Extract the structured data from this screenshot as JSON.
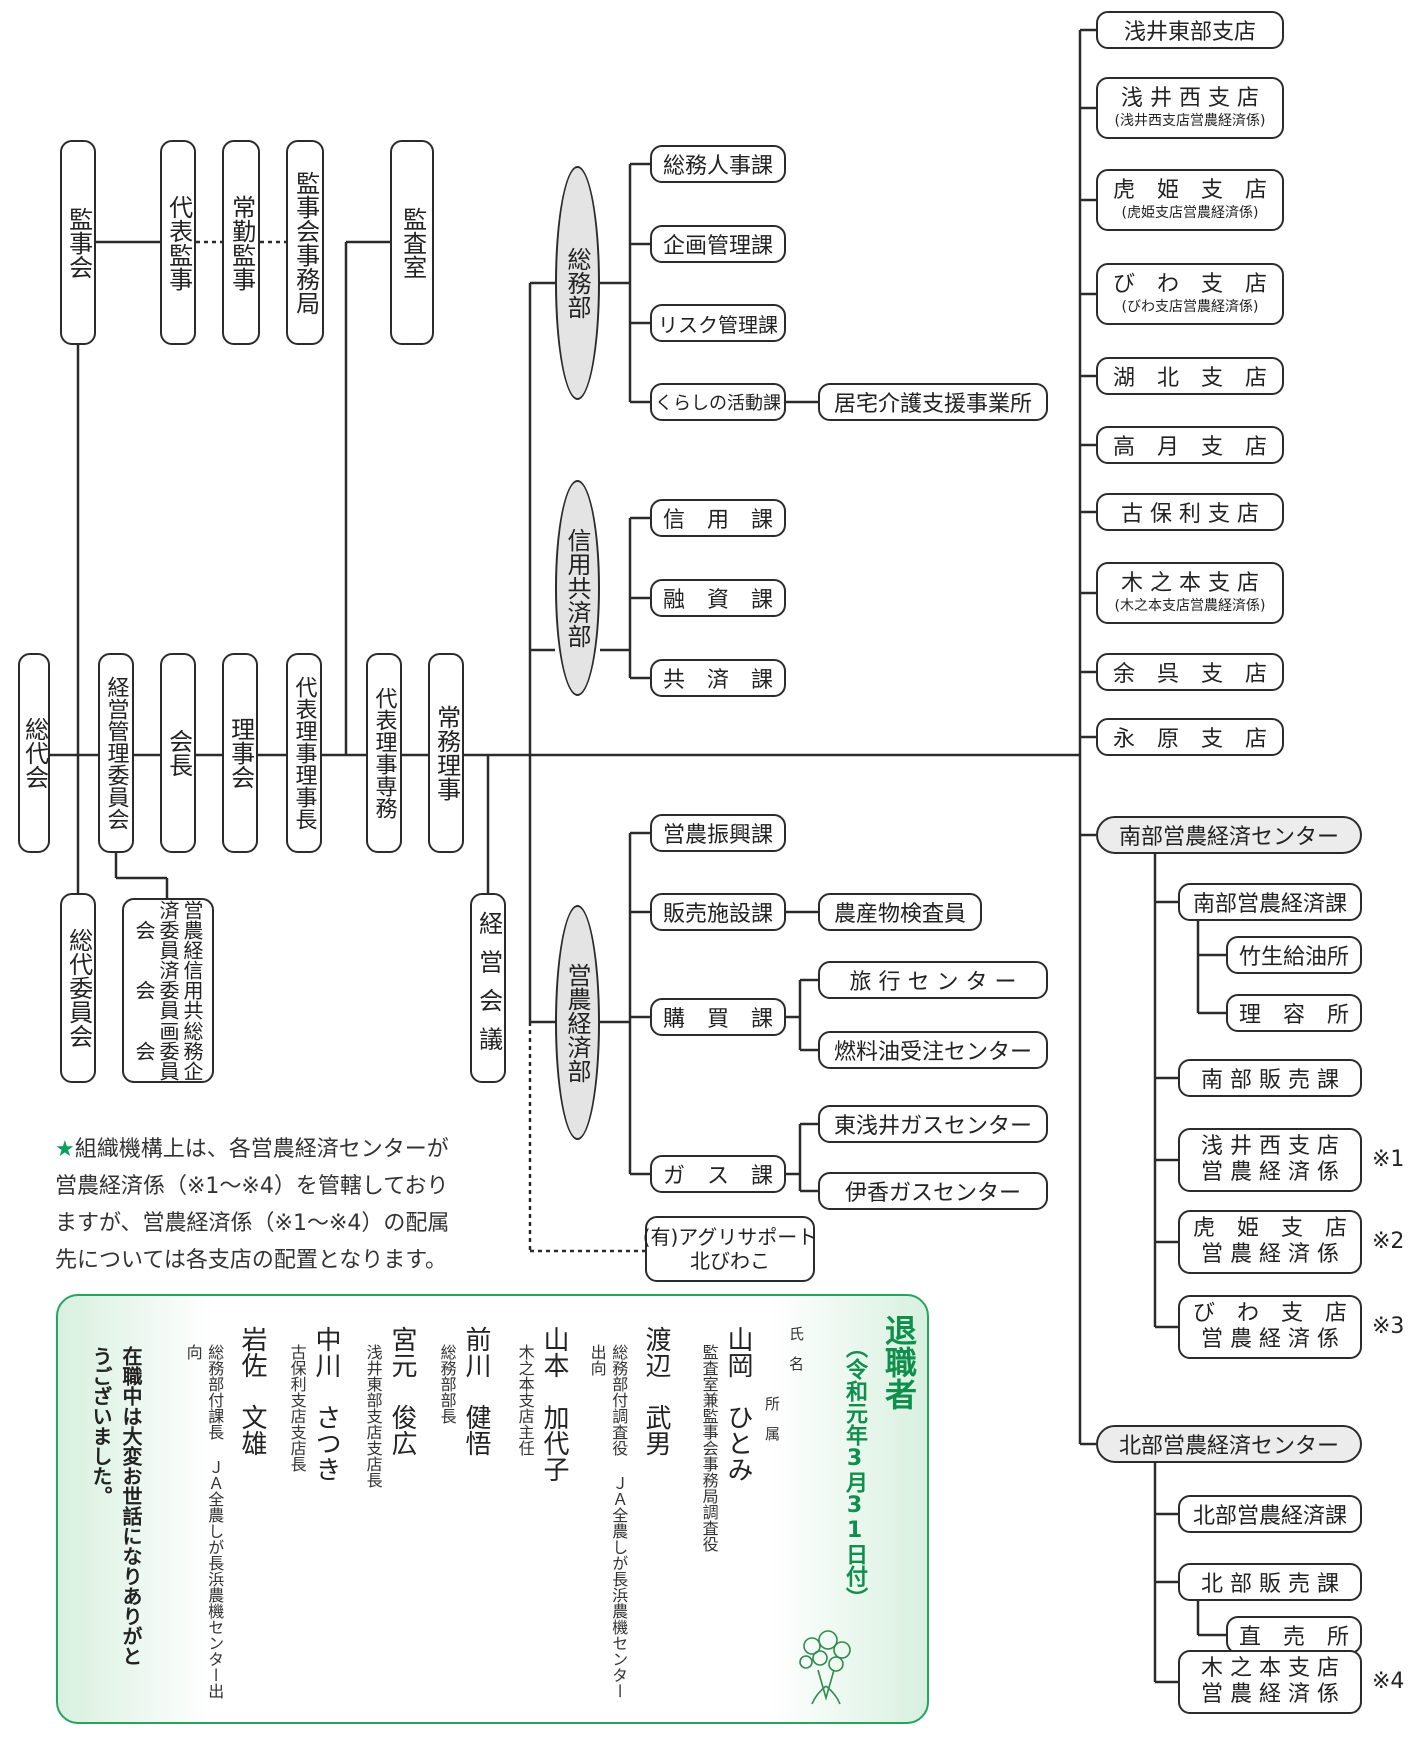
{
  "governance": {
    "kanjikai": "監事会",
    "daihyo_kanji": "代表監事",
    "jokin_kanji": "常勤監事",
    "kanjikai_jimukyoku": "監事会事務局",
    "kansashitsu": "監査室",
    "sodaikai": "総代会",
    "sodai_iinkai": "総代委員会",
    "keiei_kanri_iinkai": "経営管理委員会",
    "kaicho": "会長",
    "rijikai": "理事会",
    "daihyo_riji_rijicho": "代表理事理事長",
    "daihyo_riji_senmu": "代表理事専務",
    "jomu_riji": "常務理事",
    "keiei_kaigi": "経営会議",
    "committees": [
      "営農経済委員会",
      "信用共済委員会",
      "総務企画委員会"
    ]
  },
  "departments": {
    "somu": {
      "name": "総務部",
      "sections": [
        "総務人事課",
        "企画管理課",
        "リスク管理課",
        "くらしの活動課"
      ],
      "kurashi_sub": "居宅介護支援事業所"
    },
    "shinyo": {
      "name": "信用共済部",
      "sections": [
        "信　用　課",
        "融　資　課",
        "共　済　課"
      ]
    },
    "einou": {
      "name": "営農経済部",
      "sections": [
        "営農振興課",
        "販売施設課",
        "購　買　課",
        "ガ　ス　課"
      ],
      "hanbai_sub": "農産物検査員",
      "kobai_subs": [
        "旅 行 セ ン タ ー",
        "燃料油受注センター"
      ],
      "gas_subs": [
        "東浅井ガスセンター",
        "伊香ガスセンター"
      ]
    },
    "affiliate": {
      "line1": "(有)アグリサポート",
      "line2": "北びわこ"
    }
  },
  "branches": [
    {
      "name": "浅井東部支店",
      "sub": ""
    },
    {
      "name": "浅 井 西 支 店",
      "sub": "(浅井西支店営農経済係)"
    },
    {
      "name": "虎　姫　支　店",
      "sub": "(虎姫支店営農経済係)"
    },
    {
      "name": "び　わ　支　店",
      "sub": "(びわ支店営農経済係)"
    },
    {
      "name": "湖　北　支　店",
      "sub": ""
    },
    {
      "name": "高　月　支　店",
      "sub": ""
    },
    {
      "name": "古 保 利 支 店",
      "sub": ""
    },
    {
      "name": "木 之 本 支 店",
      "sub": "(木之本支店営農経済係)"
    },
    {
      "name": "余　呉　支　店",
      "sub": ""
    },
    {
      "name": "永　原　支　店",
      "sub": ""
    }
  ],
  "south_center": {
    "name": "南部営農経済センター",
    "keizai_ka": "南部営農経済課",
    "keizai_subs": [
      "竹生給油所",
      "理　容　所"
    ],
    "hanbai_ka": "南 部 販 売 課",
    "kakari": [
      {
        "line1": "浅 井 西 支 店",
        "line2": "営 農 経 済 係",
        "mark": "※1"
      },
      {
        "line1": "虎　姫　支　店",
        "line2": "営 農 経 済 係",
        "mark": "※2"
      },
      {
        "line1": "び　わ　支　店",
        "line2": "営 農 経 済 係",
        "mark": "※3"
      }
    ]
  },
  "north_center": {
    "name": "北部営農経済センター",
    "keizai_ka": "北部営農経済課",
    "hanbai_ka": "北 部 販 売 課",
    "chokubai": "直　売　所",
    "kakari": {
      "line1": "木 之 本 支 店",
      "line2": "営 農 経 済 係",
      "mark": "※4"
    }
  },
  "note": {
    "star": "★",
    "text": "組織機構上は、各営農経済センターが営農経済係（※1〜※4）を管轄しておりますが、営農経済係（※1〜※4）の配属先については各支店の配置となります。"
  },
  "retirees": {
    "title": "退職者",
    "date": "（令和元年3月31日付）",
    "header_name": "氏　名",
    "header_affil": "所　属",
    "people": [
      {
        "name": "山岡　ひとみ",
        "role": "監査室兼監事会事務局調査役"
      },
      {
        "name": "渡辺　武男",
        "role": "総務部付調査役 ＪＡ全農しが長浜農機センター出向"
      },
      {
        "name": "山本　加代子",
        "role": "木之本支店主任"
      },
      {
        "name": "前川　健悟",
        "role": "総務部部長"
      },
      {
        "name": "宮元　俊広",
        "role": "浅井東部支店支店長"
      },
      {
        "name": "中川　さつき",
        "role": "古保利支店支店長"
      },
      {
        "name": "岩佐　文雄",
        "role": "総務部付課長 ＪＡ全農しが長浜農機センター出向"
      }
    ],
    "thanks": "在職中は大変お世話になりありがとうございました。"
  },
  "colors": {
    "line": "#2b2b2b",
    "accent_green": "#0f8f4c",
    "panel_border": "#25a35f",
    "oval_fill": "#e4e4e4"
  }
}
